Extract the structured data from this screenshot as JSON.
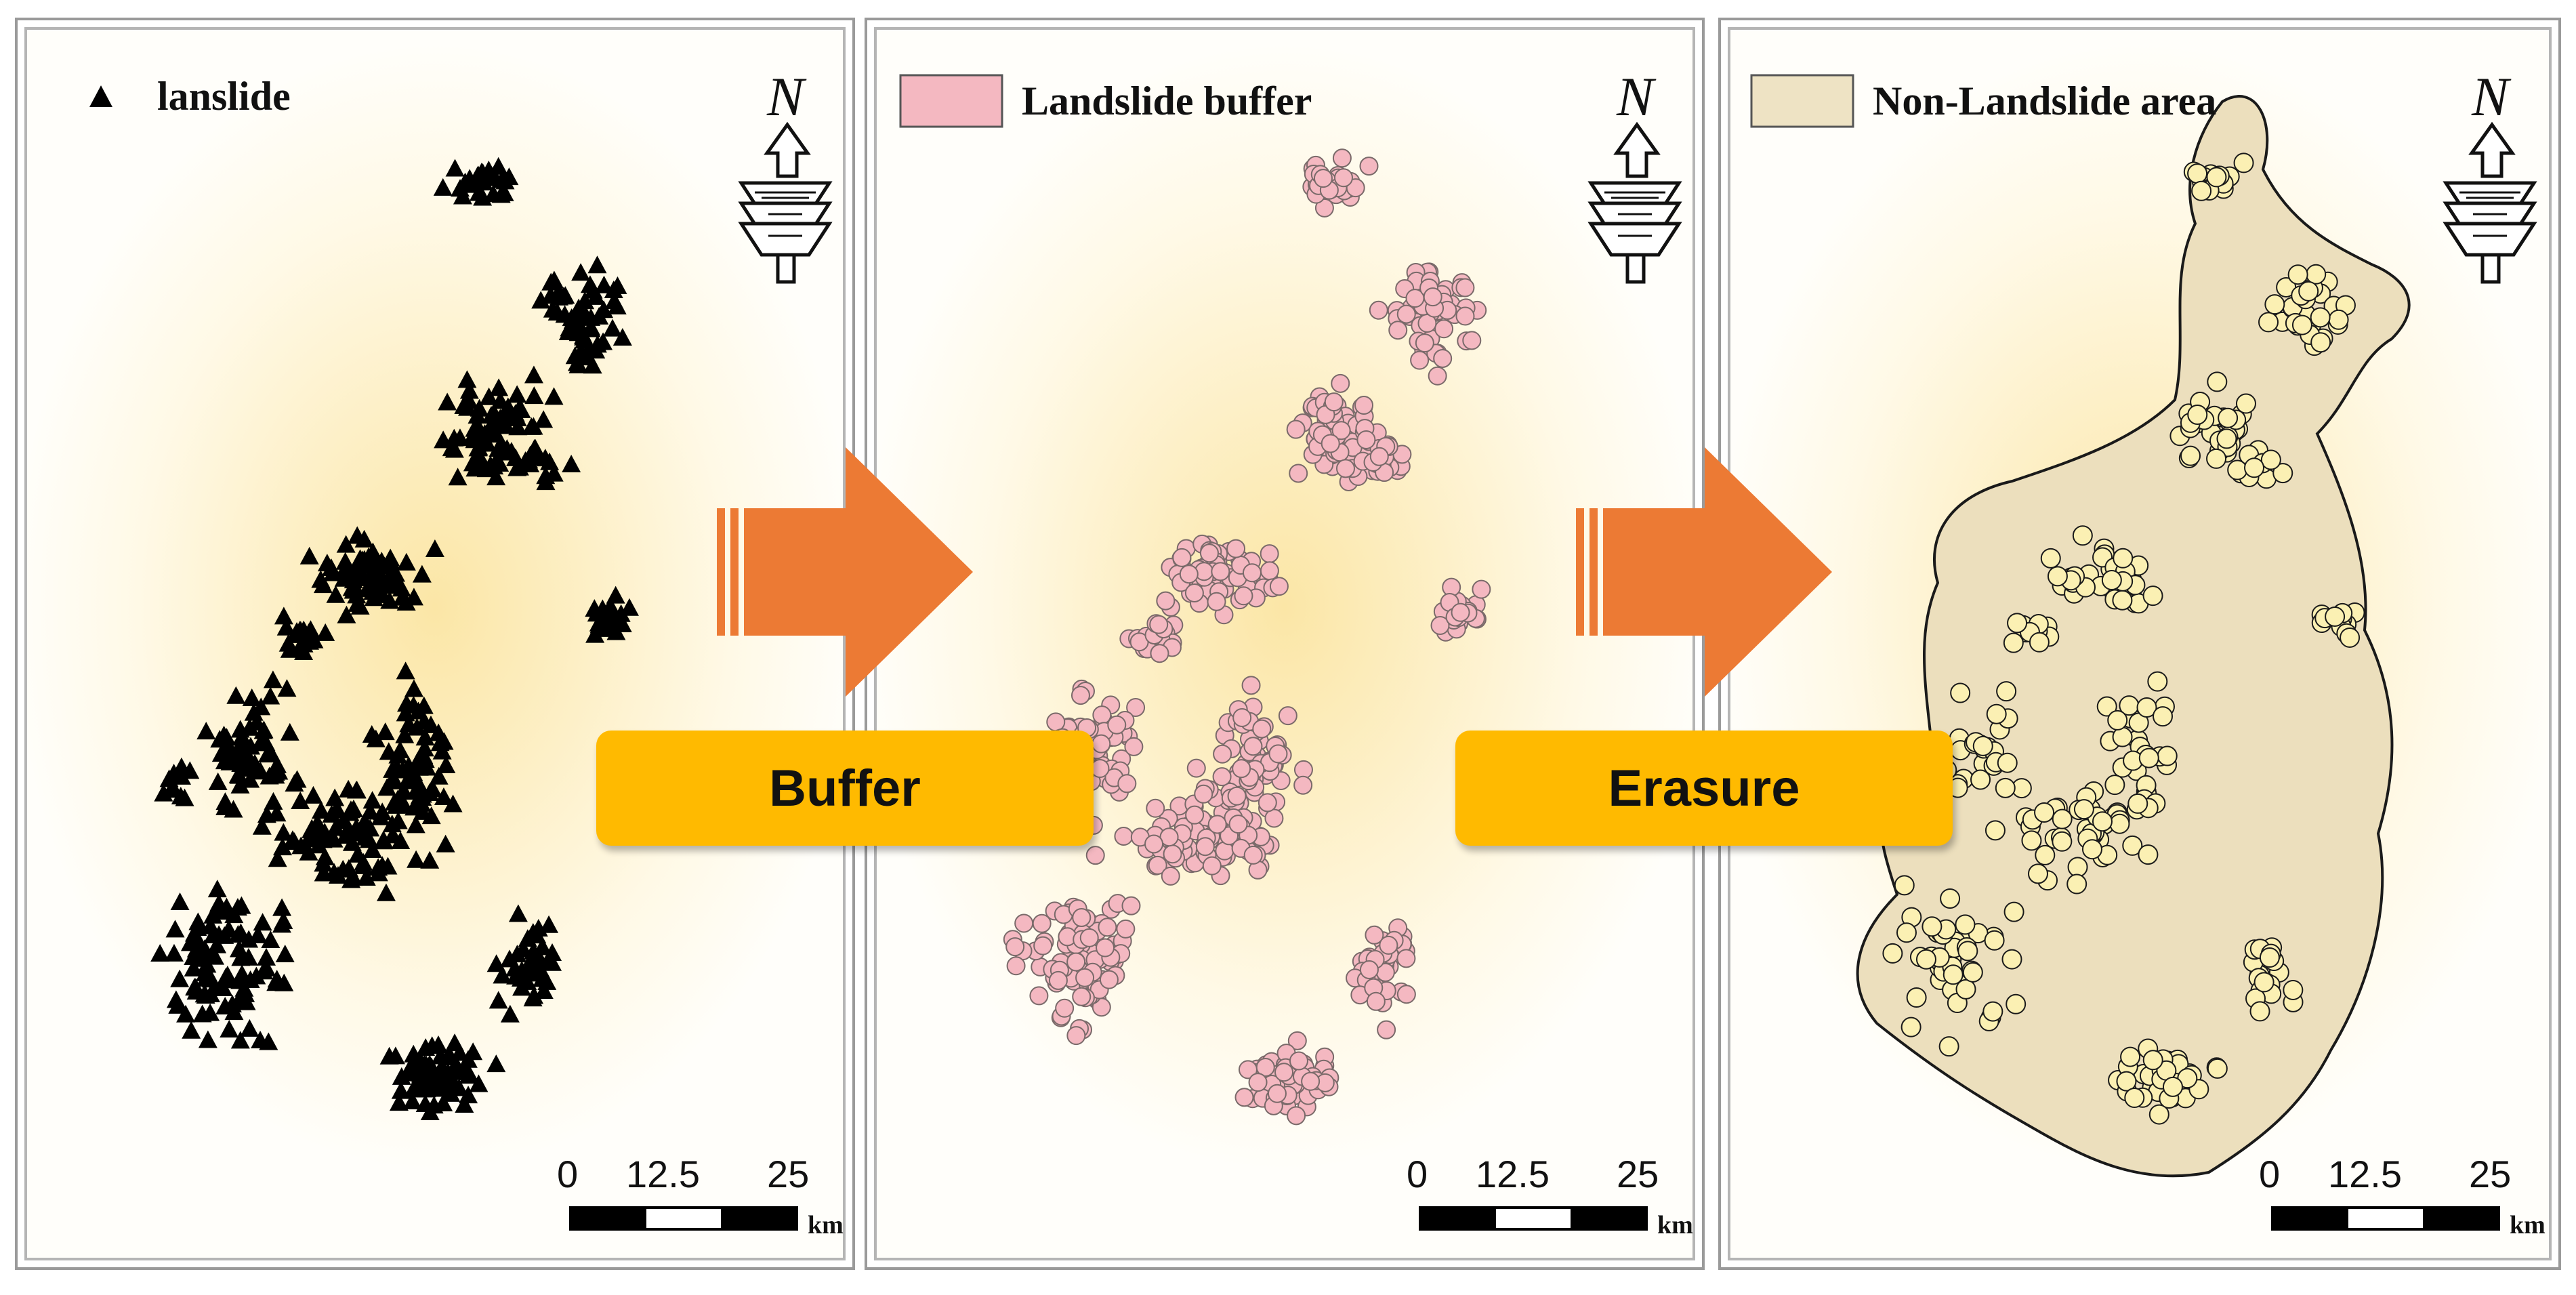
{
  "panels": [
    {
      "legend_label": "lanslide",
      "symbol": "black triangle",
      "color": "#000000"
    },
    {
      "legend_label": "Landslide buffer",
      "symbol": "pink square",
      "color": "#f4b8c1"
    },
    {
      "legend_label": "Non-Landslide area",
      "symbol": "tan square",
      "color": "#eee3c4"
    }
  ],
  "north_arrow": {
    "label": "N",
    "icon": "north-arrow-icon"
  },
  "scale_bar": {
    "ticks": [
      "0",
      "12.5",
      "25"
    ],
    "unit": "km"
  },
  "operations": [
    {
      "label": "Buffer",
      "color": "#ffba00",
      "arrow_color": "#ec7a34"
    },
    {
      "label": "Erasure",
      "color": "#ffba00",
      "arrow_color": "#ec7a34"
    }
  ],
  "colors": {
    "landslide_point": "#000000",
    "buffer_fill": "#f4b8c1",
    "buffer_stroke": "#7a6a6a",
    "study_area": "#ecdfbd",
    "study_area_stroke": "#1a1a1a",
    "erased_hole": "#fbf0b3"
  }
}
